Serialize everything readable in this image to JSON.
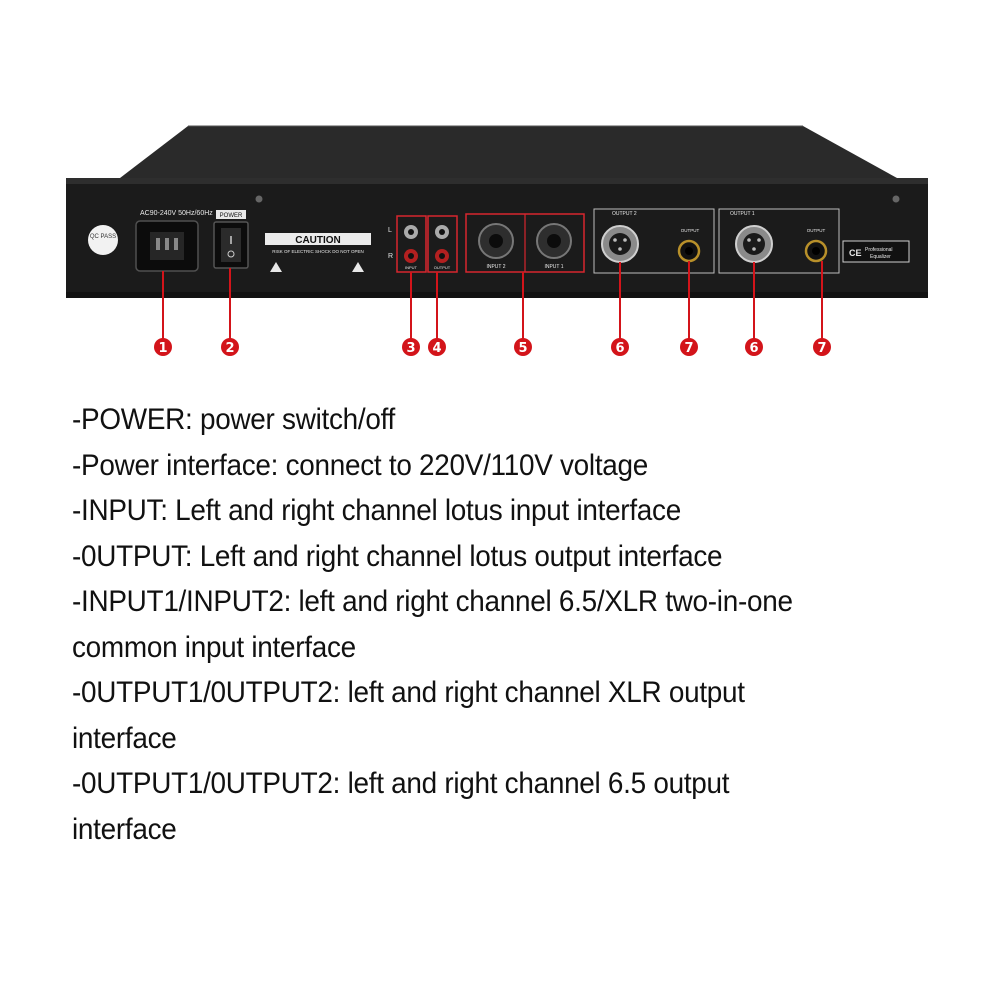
{
  "panel": {
    "voltage_label": "AC90-240V 50Hz/60Hz",
    "qc_label": "QC PASS",
    "power_label": "POWER",
    "caution_title": "CAUTION",
    "caution_text": "RISK OF ELECTRIC SHOCK DO NOT OPEN",
    "rca_left": "L",
    "rca_right": "R",
    "rca_input_label": "INPUT",
    "rca_output_label": "OUTPUT",
    "input2_label": "INPUT 2",
    "input1_label": "INPUT 1",
    "output2_label": "OUTPUT 2",
    "output1_label": "OUTPUT 1",
    "jack_output_label": "OUTPUT",
    "ce_label": "CE",
    "model_label_1": "Professional",
    "model_label_2": "Equalizer"
  },
  "markers": [
    "1",
    "2",
    "3",
    "4",
    "5",
    "6",
    "7",
    "6",
    "7"
  ],
  "colors": {
    "marker": "#d3141a",
    "chassis": "#1c1c1c",
    "callout_box": "#d8262e"
  },
  "descriptions": [
    "-POWER: power switch/off",
    "-Power interface: connect to 220V/110V voltage",
    "-INPUT: Left and right channel lotus input interface",
    "-0UTPUT: Left and right channel lotus output interface",
    "-INPUT1/INPUT2: left and right channel 6.5/XLR two-in-one",
    "common input interface",
    "-0UTPUT1/0UTPUT2: left and right channel XLR output",
    "interface",
    "-0UTPUT1/0UTPUT2: left and right channel 6.5 output",
    "interface"
  ]
}
